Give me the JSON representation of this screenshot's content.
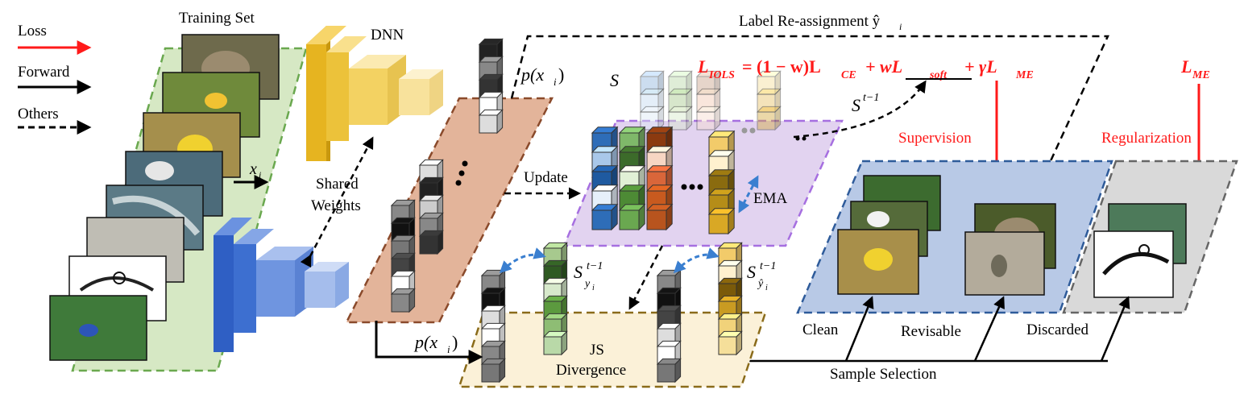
{
  "legend": {
    "loss": "Loss",
    "forward": "Forward",
    "others": "Others"
  },
  "labels": {
    "training_set": "Training Set",
    "dnn": "DNN",
    "shared_weights_1": "Shared",
    "shared_weights_2": "Weights",
    "x_i": "x",
    "x_i_sub": "i",
    "p_xi_top": "p(x",
    "p_xi_top_sub": "i",
    "p_xi_bottom": "p(x",
    "p_xi_bottom_sub": "i",
    "update": "Update",
    "S": "S",
    "S_prev": "S",
    "S_prev_sup": "t−1",
    "ema": "EMA",
    "label_reassignment": "Label Re-assignment ŷ",
    "label_reassignment_sub": "i",
    "S_yi": "S",
    "S_yi_sup": "t−1",
    "S_yi_sub": "y",
    "S_yi_subsub": "i",
    "S_yhat": "S",
    "S_yhat_sup": "t−1",
    "S_yhat_sub": "ŷ",
    "S_yhat_subsub": "i",
    "js_1": "JS",
    "js_2": "Divergence",
    "supervision": "Supervision",
    "regularization": "Regularization",
    "clean": "Clean",
    "revisable": "Revisable",
    "discarded": "Discarded",
    "sample_selection": "Sample Selection"
  },
  "formula": {
    "lhs": "L",
    "lhs_sub": "IOLS",
    "eq": "= (1 − w)L",
    "ce_sub": "CE",
    "plus1": "+ wL",
    "soft_sub": "soft",
    "plus2": "+ γL",
    "me_sub": "ME"
  },
  "l_me": {
    "main": "L",
    "sub": "ME"
  },
  "colors": {
    "loss_red": "#ff1a1a",
    "training_green": "#d6e8c4",
    "feature_brown": "#e3b49a",
    "memory_purple": "#e2d3f0",
    "js_yellow": "#fbf1d8",
    "selection_blue": "#b8c9e6",
    "discard_gray": "#d9d9d9",
    "dnn_yellow": "#f2c53d",
    "dnn_blue": "#3d6fd0",
    "ema_arrow": "#3a7fd0"
  }
}
